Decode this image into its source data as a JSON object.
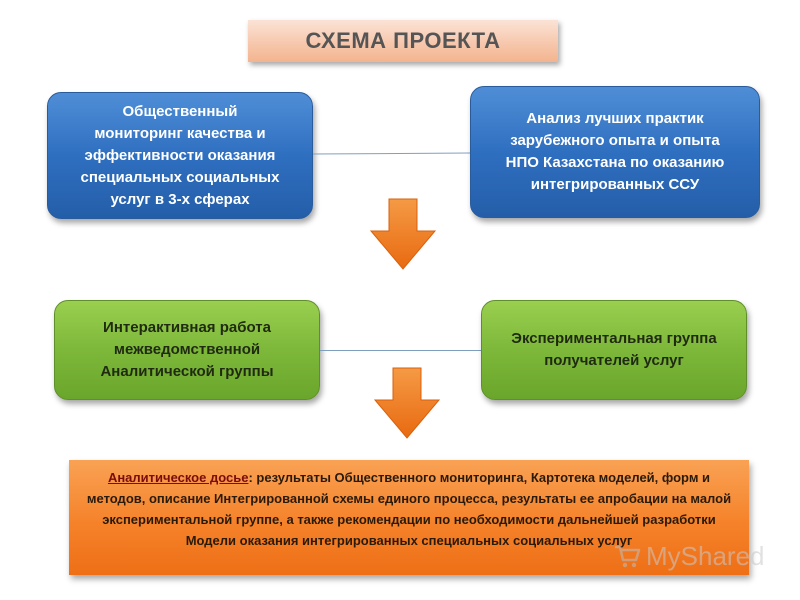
{
  "title": "СХЕМА ПРОЕКТА",
  "boxes": {
    "monitoring": {
      "lines": [
        "Общественный",
        "мониторинг качества и",
        "эффективности оказания",
        "специальных социальных",
        "услуг в 3-х сферах"
      ]
    },
    "analysis": {
      "lines": [
        "Анализ лучших практик",
        "зарубежного опыта и опыта",
        "НПО Казахстана по оказанию",
        "интегрированных ССУ"
      ]
    },
    "interactive": {
      "lines": [
        "Интерактивная работа",
        "межведомственной",
        "Аналитической группы"
      ]
    },
    "experimental": {
      "lines": [
        "Экспериментальная группа",
        "получателей услуг"
      ]
    }
  },
  "dossier": {
    "lead": "Аналитическое досье",
    "text": ": результаты Общественного мониторинга, Картотека моделей, форм и методов, описание Интегрированной схемы единого процесса, результаты ее апробации на малой экспериментальной группе, а также рекомендации по необходимости дальнейшей разработки Модели оказания интегрированных специальных социальных услуг"
  },
  "watermark": {
    "text": "MyShared",
    "icon": "cart-icon"
  },
  "colors": {
    "title_bg": "#f7c8ad",
    "blue_box": "#2f6fc0",
    "green_box": "#7db83a",
    "orange_arrow": "#f07a1e",
    "dossier_bg": "#f5822a"
  }
}
